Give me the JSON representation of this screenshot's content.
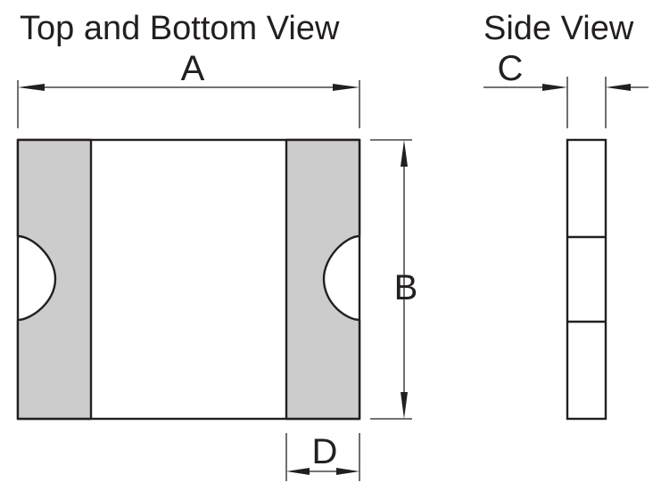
{
  "views": {
    "top_bottom_title": "Top and Bottom View",
    "side_title": "Side View"
  },
  "dimensions": {
    "a": "A",
    "b": "B",
    "c": "C",
    "d": "D"
  },
  "colors": {
    "terminal_pad": "#cccccc",
    "line": "#231f20",
    "background": "#ffffff"
  }
}
